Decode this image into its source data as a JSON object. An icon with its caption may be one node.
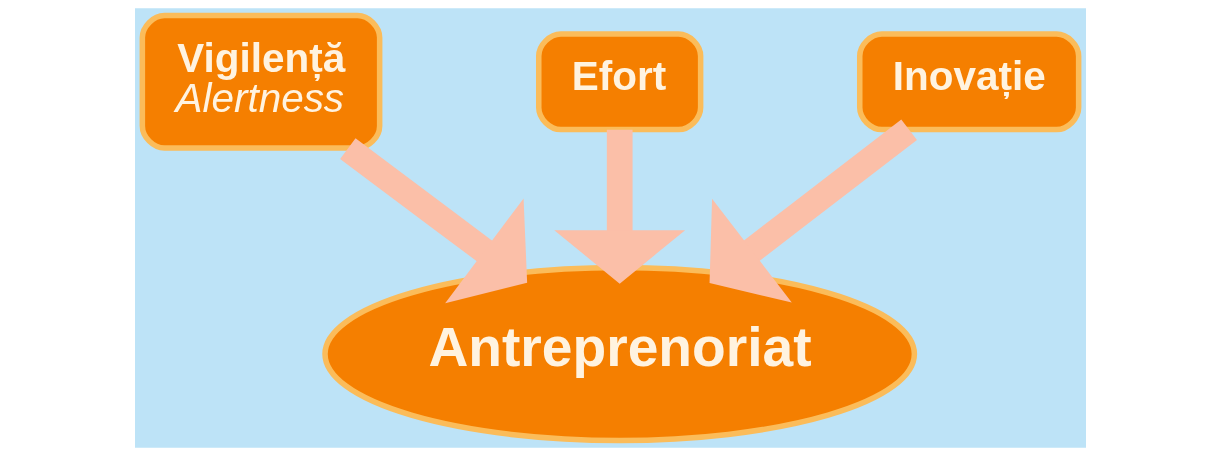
{
  "diagram": {
    "nodes": [
      {
        "text": [
          "Vigilență",
          "Alertness"
        ]
      },
      {
        "text": [
          "Efort"
        ]
      },
      {
        "text": [
          "Inovație"
        ]
      },
      {
        "text": [
          "Antreprenoriat"
        ]
      }
    ],
    "edges": [
      {
        "from": 0,
        "to": 3,
        "arrow": "to"
      },
      {
        "from": 1,
        "to": 3,
        "arrow": "to"
      },
      {
        "from": 2,
        "to": 3,
        "arrow": "to"
      }
    ]
  }
}
